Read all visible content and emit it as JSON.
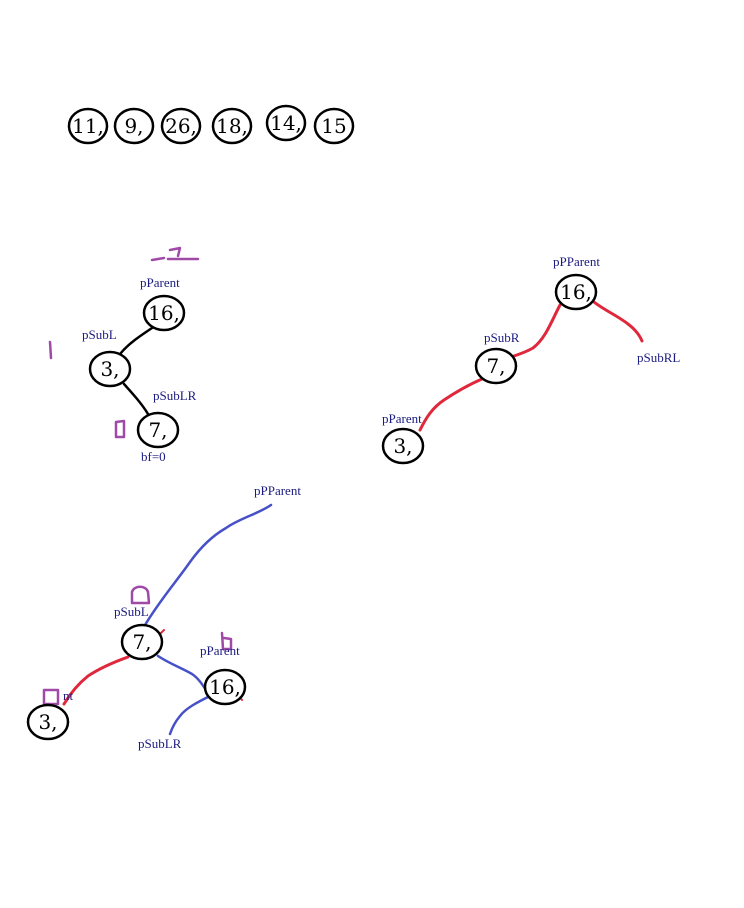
{
  "sequence": [
    "11,",
    "9,",
    "26,",
    "18,",
    "14,",
    "15"
  ],
  "diagram1": {
    "label_pparent": "pParent",
    "label_psubl": "pSubL",
    "label_psublr": "pSubLR",
    "label_bf": "bf=0",
    "node_top": "16,",
    "node_mid": "3,",
    "node_bottom": "7,"
  },
  "diagram2": {
    "label_ppparent": "pPParent",
    "label_psubr": "pSubR",
    "label_pparent": "pParent",
    "label_psubrl": "pSubRL",
    "node_top": "16,",
    "node_mid": "7,",
    "node_bottom": "3,"
  },
  "diagram3": {
    "label_ppparent": "pPParent",
    "label_psubl": "pSubL",
    "label_pparent": "pParent",
    "label_psublr": "pSubLR",
    "label_partial": "nt",
    "node_mid": "7,",
    "node_left": "3,",
    "node_right": "16,"
  },
  "colors": {
    "black": "#000000",
    "red": "#e0283c",
    "blue": "#4650c8",
    "purple": "#a04aa8",
    "label": "#1a1a80"
  }
}
